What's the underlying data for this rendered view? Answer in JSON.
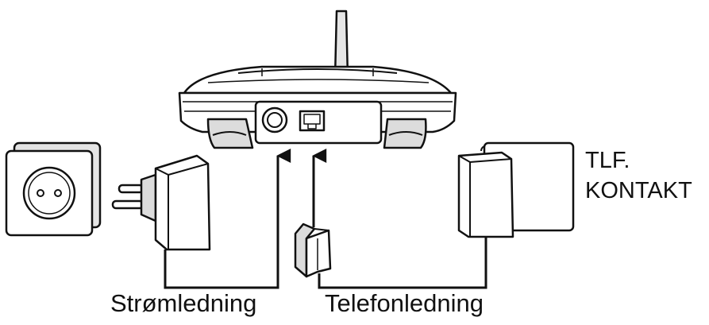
{
  "labels": {
    "tlf": "TLF.",
    "kontakt": "KONTAKT",
    "power_cord": "Strømledning",
    "phone_cord": "Telefonledning"
  },
  "colors": {
    "stroke": "#111111",
    "fill": "#ffffff",
    "shade": "#d9d9d9"
  }
}
